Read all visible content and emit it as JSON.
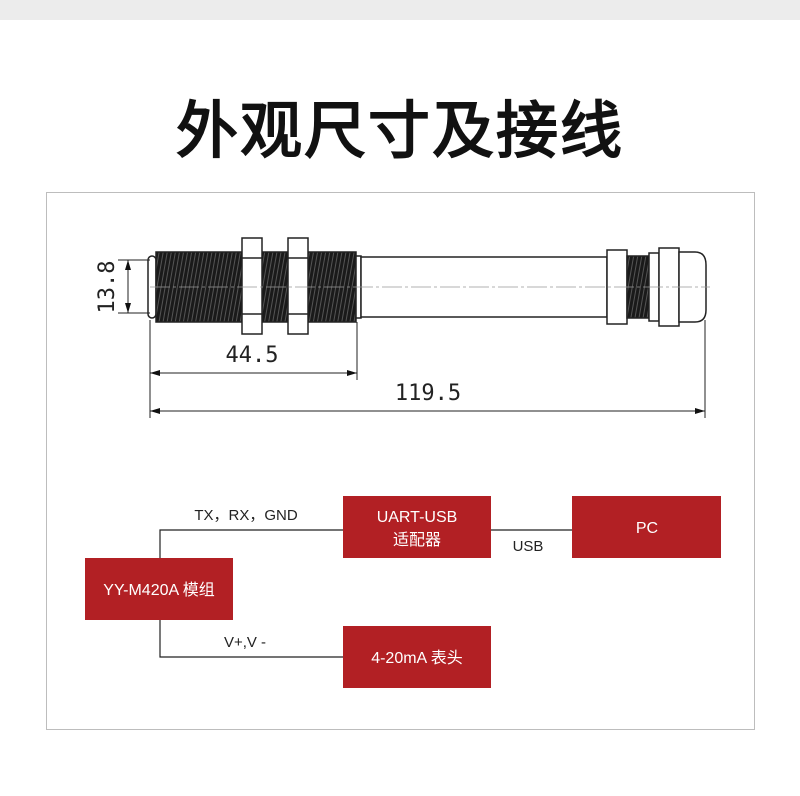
{
  "title": "外观尺寸及接线",
  "dimensions": {
    "diameter": "13.8",
    "thread_length": "44.5",
    "total_length": "119.5"
  },
  "wiring": {
    "module": "YY-M420A 模组",
    "adapter_line1": "UART-USB",
    "adapter_line2": "适配器",
    "pc": "PC",
    "meter": "4-20mA 表头",
    "serial_label": "TX，RX，GND",
    "usb_label": "USB",
    "power_label": "V+,V -"
  },
  "colors": {
    "box": "#b22024",
    "line": "#222222"
  }
}
